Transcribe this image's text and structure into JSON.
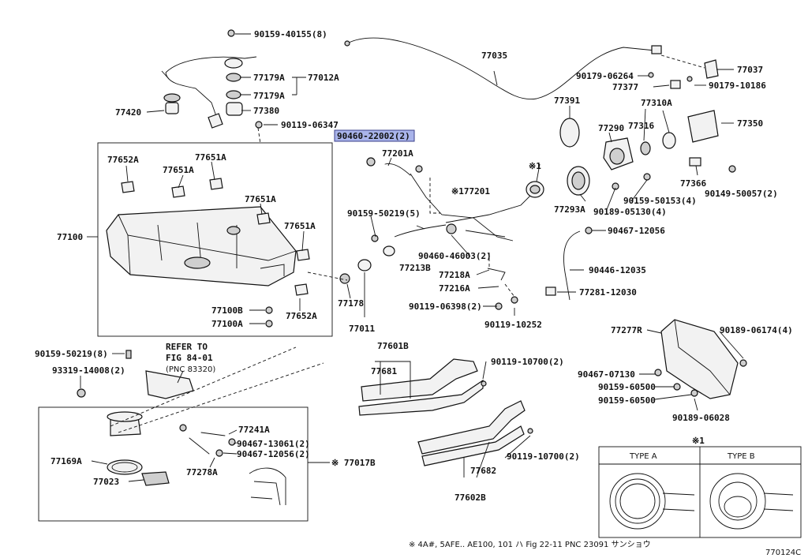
{
  "diagram_id": "770124C",
  "highlighted_part": "90460-22002(2)",
  "colors": {
    "highlight_fill": "#a9b4ea",
    "line": "#111111",
    "background": "#ffffff"
  },
  "labels": {
    "p90159_40155": "90159-40155(8)",
    "p77012A": "77012A",
    "p77179A_1": "77179A",
    "p77179A_2": "77179A",
    "p77420": "77420",
    "p77380": "77380",
    "p90119_06347": "90119-06347",
    "p90460_22002": "90460-22002(2)",
    "p77201A": "77201A",
    "p77652A_1": "77652A",
    "p77651A_1": "77651A",
    "p77651A_2": "77651A",
    "p77651A_3": "77651A",
    "p77651A_4": "77651A",
    "p77100": "77100",
    "p77100B": "77100B",
    "p77100A": "77100A",
    "p77652A_2": "77652A",
    "p77035": "77035",
    "p77037": "77037",
    "p90179_06264": "90179-06264",
    "p77377": "77377",
    "p90179_10186": "90179-10186",
    "p77391": "77391",
    "p77310A": "77310A",
    "p77290": "77290",
    "p77316": "77316",
    "p77350": "77350",
    "p77366": "77366",
    "p90149_50057": "90149-50057(2)",
    "p90159_50153": "90159-50153(4)",
    "p77293A": "77293A",
    "p90189_05130": "90189-05130(4)",
    "p90467_12056_1": "90467-12056",
    "p90446_12035": "90446-12035",
    "p77281_12030": "77281-12030",
    "p77201": "※177201",
    "p90159_50219_5": "90159-50219(5)",
    "p90460_46003": "90460-46003(2)",
    "p77213B": "77213B",
    "p77218A": "77218A",
    "p77216A": "77216A",
    "p90119_06398": "90119-06398(2)",
    "p90119_10252": "90119-10252",
    "p77178": "77178",
    "p77011": "77011",
    "p77601B": "77601B",
    "p77681": "77681",
    "p90119_10700_1": "90119-10700(2)",
    "p90119_10700_2": "90119-10700(2)",
    "p77682": "77682",
    "p77602B": "77602B",
    "p77277R": "77277R",
    "p90189_06174": "90189-06174(4)",
    "p90467_07130": "90467-07130",
    "p90159_60500_1": "90159-60500",
    "p90159_60500_2": "90159-60500",
    "p90189_06028": "90189-06028",
    "p90159_50219_8": "90159-50219(8)",
    "p93319_14008": "93319-14008(2)",
    "refer_1": "REFER TO",
    "refer_2": "FIG 84-01",
    "refer_3": "(PNC 83320)",
    "p77241A": "77241A",
    "p90467_13061": "90467-13061(2)",
    "p90467_12056_2": "90467-12056(2)",
    "p77169A": "77169A",
    "p77278A": "77278A",
    "p77023": "77023",
    "p77017B": "※ 77017B",
    "star1_top": "※1",
    "star1_box": "※1",
    "type_a": "TYPE A",
    "type_b": "TYPE B",
    "footnote": "※ 4A#, 5AFE.. AE100, 101 ハ Fig 22-11 PNC 23091 サンショウ",
    "fig_code": "770124C"
  }
}
